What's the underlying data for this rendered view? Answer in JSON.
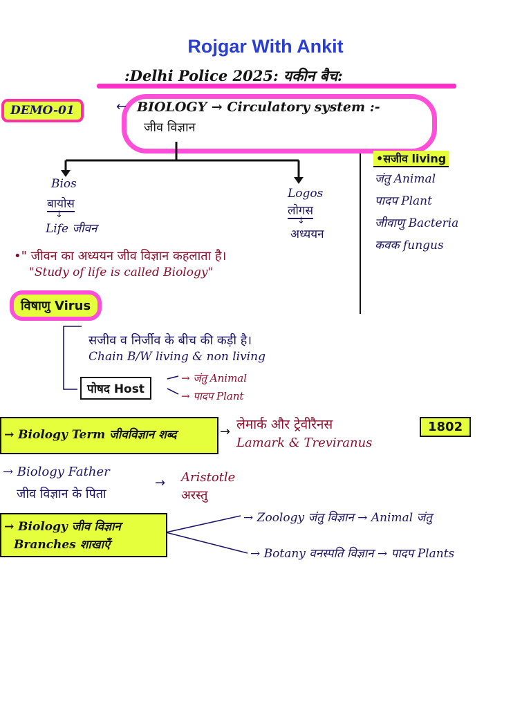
{
  "header": {
    "brand": "Rojgar With Ankit",
    "batch": ":Delhi Police 2025: यकीन बैच:"
  },
  "badges": {
    "demo": "DEMO-01",
    "virus": "विषाणु Virus"
  },
  "topic": {
    "arrow": "←",
    "line1": "BIOLOGY → Circulatory system :-",
    "line2": "जीव विज्ञान"
  },
  "etymology": {
    "bios": {
      "word": "Bios",
      "hindi": "बायोस",
      "arrow": "↓",
      "meaning": "Life जीवन"
    },
    "logos": {
      "word": "Logos",
      "hindi": "लोगस",
      "arrow": "↓",
      "meaning": "अध्ययन"
    }
  },
  "definition": {
    "hindi": "•\" जीवन का अध्ययन जीव विज्ञान कहलाता है।",
    "english": "\"Study of life is called Biology\""
  },
  "living": {
    "heading": "•सजीव living",
    "items": [
      "जंतु Animal",
      "पादप Plant",
      "जीवाणु Bacteria",
      "कवक fungus"
    ]
  },
  "virus": {
    "line1": "सजीव व निर्जीव के बीच की कड़ी है।",
    "line2": "Chain B/W living & non living",
    "host": "पोषद Host",
    "host_items": [
      "→ जंतु Animal",
      "→ पादप Plant"
    ]
  },
  "term": {
    "label": "→ Biology Term जीवविज्ञान शब्द",
    "arrow": "→",
    "hindi": "लेमार्क और ट्रेवीरैनस",
    "english": "Lamark & Treviranus",
    "year": "1802"
  },
  "father": {
    "line1": "→ Biology Father",
    "line2": "जीव विज्ञान के पिता",
    "arrow": "→",
    "answer_en": "Aristotle",
    "answer_hi": "अरस्तु"
  },
  "branches": {
    "line1": "→ Biology जीव विज्ञान",
    "line2": "Branches शाखाएँ",
    "zoology": "→ Zoology जंतु विज्ञान → Animal जंतु",
    "botany": "→ Botany वनस्पति विज्ञान → पादप Plants"
  },
  "colors": {
    "ink_navy": "#1b1464",
    "ink_maroon": "#8b0f2e",
    "highlight_yellow": "#e6ff3d",
    "highlight_pink": "#ff4fd8",
    "brand_blue": "#2a3fd0"
  }
}
